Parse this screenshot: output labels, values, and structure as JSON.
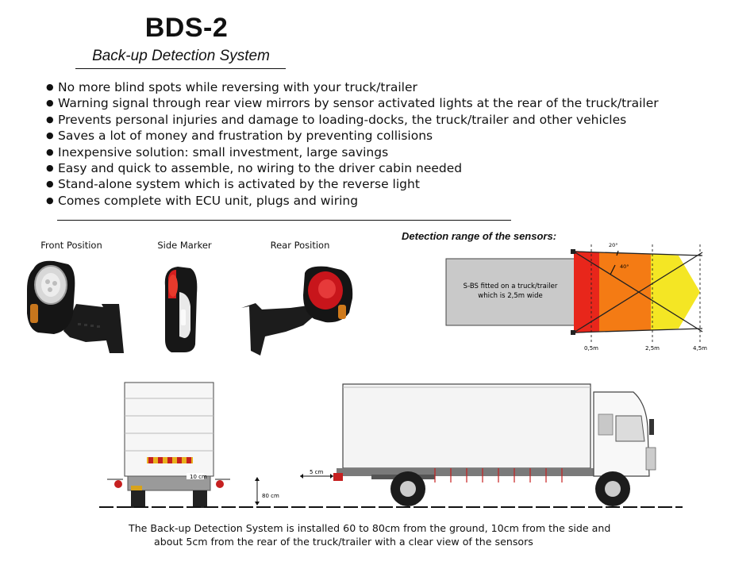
{
  "header": {
    "title": "BDS-2",
    "subtitle": "Back-up Detection System"
  },
  "features": [
    "No more blind spots while reversing with your truck/trailer",
    "Warning signal through rear view mirrors by sensor activated lights at the rear of the truck/trailer",
    "Prevents personal injuries and damage to loading-docks, the truck/trailer and other vehicles",
    "Saves a lot of money and frustration by preventing collisions",
    "Inexpensive solution: small investment, large savings",
    "Easy and quick to assemble, no wiring to the driver cabin needed",
    "Stand-alone system which is activated by the reverse light",
    "Comes complete with ECU unit, plugs and wiring"
  ],
  "lamps": {
    "front_caption": "Front Position",
    "side_caption": "Side Marker",
    "rear_caption": "Rear Position"
  },
  "detection": {
    "title": "Detection range of the sensors:",
    "trailer_text_line1": "S-BS fitted on a truck/trailer",
    "trailer_text_line2": "which is 2,5m wide",
    "angle_20": "20°",
    "angle_40": "40°",
    "dist_05": "0,5m",
    "dist_25": "2,5m",
    "dist_45": "4,5m",
    "colors": {
      "red": "#e8261b",
      "orange": "#f47b14",
      "yellow": "#f4e624",
      "trailer": "#c9c9c9"
    }
  },
  "install": {
    "side_label": "10 cm",
    "rear_label": "5 cm",
    "height_label": "80 cm"
  },
  "footer": {
    "line1": "The Back-up Detection System is installed 60 to 80cm from the ground, 10cm from the side and",
    "line2": "about 5cm from the rear of the truck/trailer with a clear view of the sensors"
  }
}
